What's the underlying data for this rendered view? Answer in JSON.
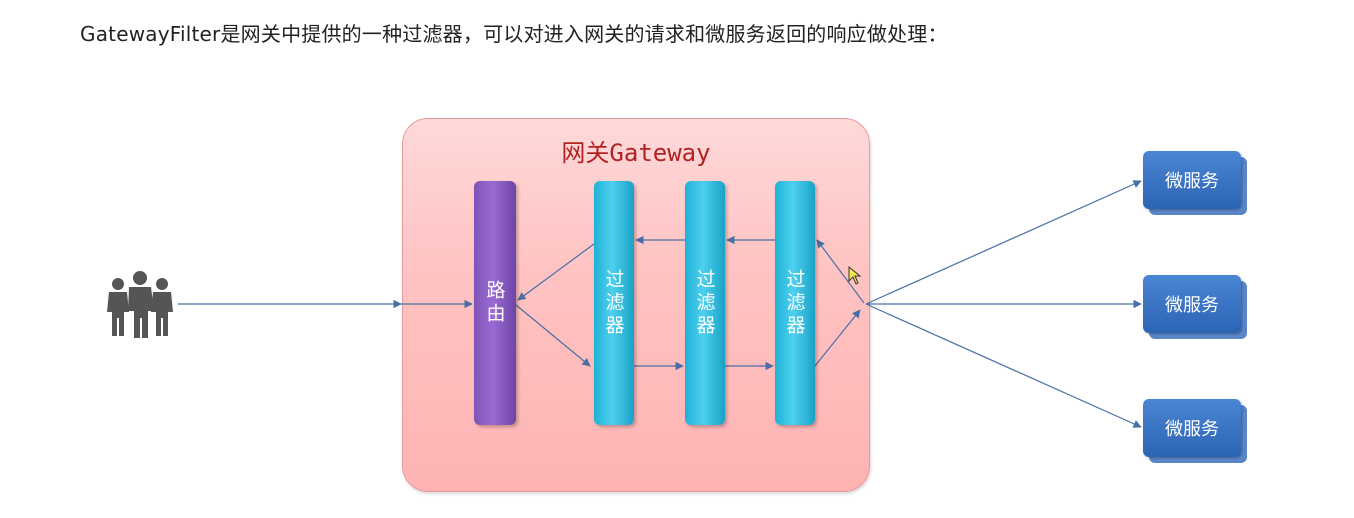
{
  "heading": "GatewayFilter是网关中提供的一种过滤器，可以对进入网关的请求和微服务返回的响应做处理：",
  "gateway": {
    "title": "网关Gateway",
    "router_label": "路由",
    "filters": [
      {
        "label": "过滤器"
      },
      {
        "label": "过滤器"
      },
      {
        "label": "过滤器"
      }
    ]
  },
  "services": [
    {
      "label": "微服务"
    },
    {
      "label": "微服务"
    },
    {
      "label": "微服务"
    }
  ],
  "colors": {
    "gateway_fill": "#ffc3c3",
    "gateway_title": "#b22222",
    "router": "#8a5cc4",
    "filter": "#33c0e2",
    "service": "#2f6bbd",
    "arrow": "#4a6fa5",
    "users": "#555555"
  },
  "icons": {
    "users": "users-group-icon",
    "cursor": "mouse-cursor-icon"
  }
}
